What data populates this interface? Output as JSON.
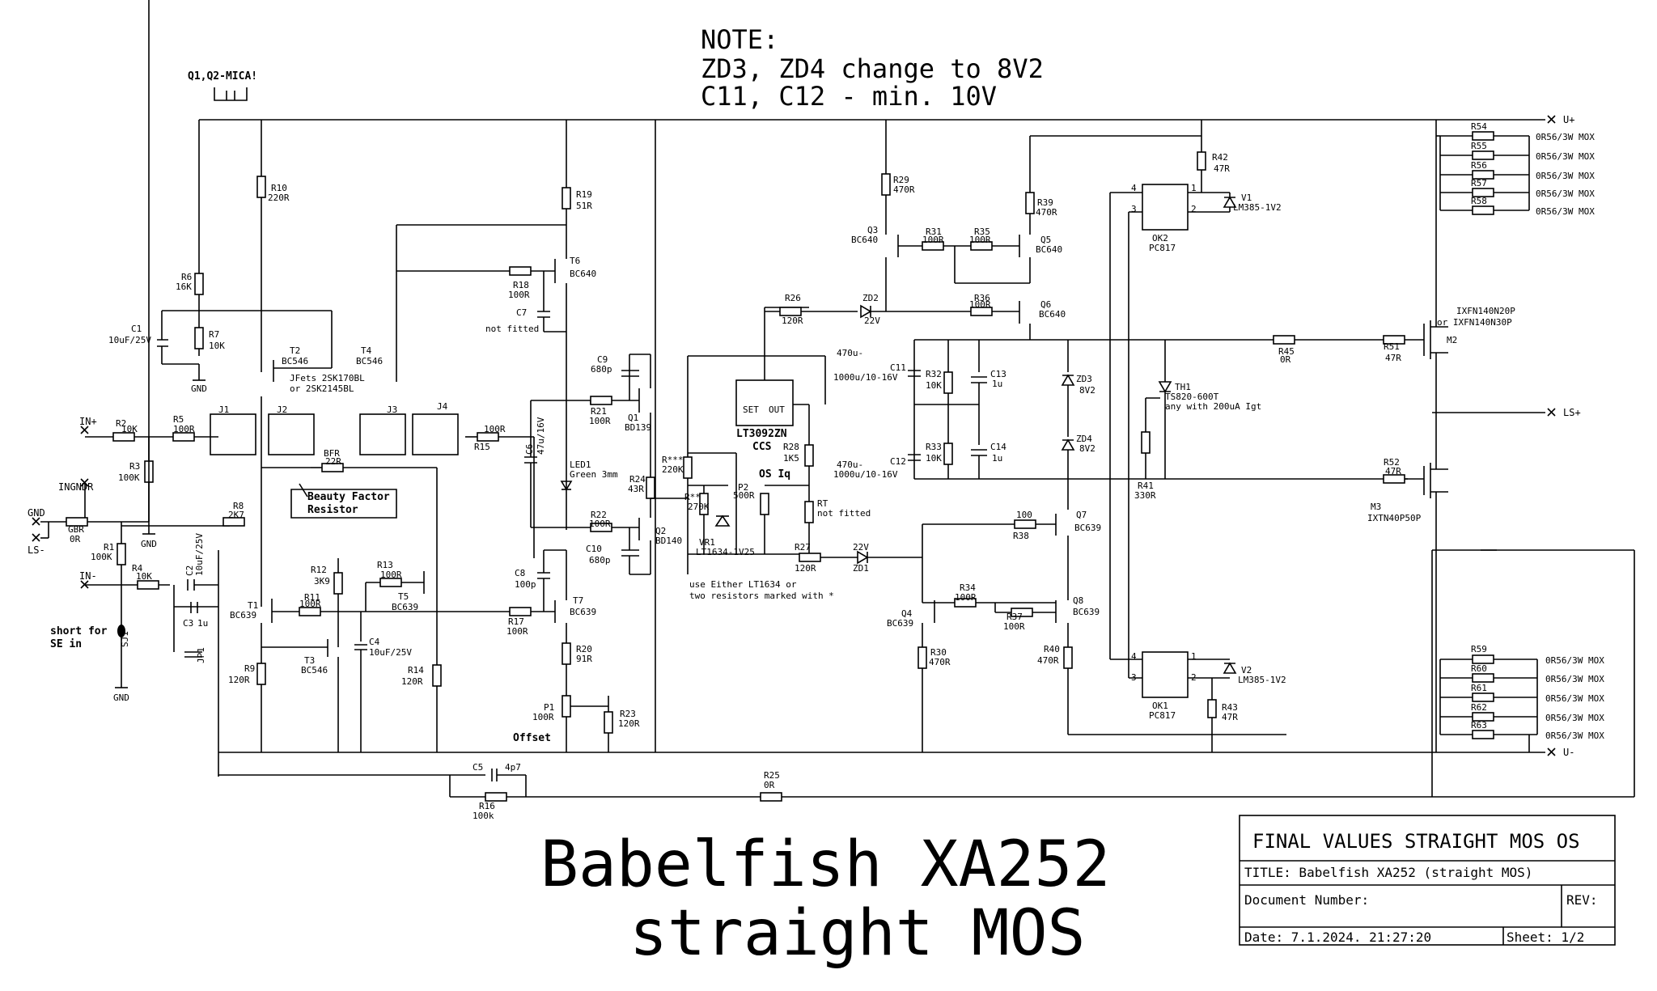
{
  "note": {
    "line1": "NOTE:",
    "line2": "ZD3, ZD4 change to 8V2",
    "line3": "C11, C12 - min. 10V"
  },
  "mica": "Q1,Q2-MICA!",
  "big_title": {
    "line1": "Babelfish XA252",
    "line2": "straight MOS"
  },
  "title_block": {
    "header": "FINAL VALUES STRAIGHT MOS OS",
    "title": "TITLE:  Babelfish XA252 (straight MOS)",
    "doc": "Document Number:",
    "rev": "REV:",
    "date": "Date: 7.1.2024. 21:27:20",
    "sheet": "Sheet: 1/2"
  },
  "nets": {
    "uplus": "U+",
    "uminus": "U-",
    "lsplus": "LS+",
    "lsminus": "LS-",
    "gnd": "GND",
    "inplus": "IN+",
    "inminus": "IN-",
    "ingndr": "INGNDR"
  },
  "annotations": {
    "jfets1": "JFets 2SK170BL",
    "jfets2": "or 2SK2145BL",
    "beauty1": "Beauty Factor",
    "beauty2": "Resistor",
    "ccs": "CCS",
    "osiq": "OS Iq",
    "offset": "Offset",
    "short1": "short for",
    "short2": "SE in",
    "either1": "use Either LT1634 or",
    "either2": "two resistors marked with *",
    "notfitted": "not fitted",
    "led": "LED1",
    "ledval": "Green 3mm",
    "th1": "TH1",
    "th1val": "TS820-600T",
    "th1val2": "any with 200uA Igt",
    "m2a": "IXFN140N20P",
    "m2b": "or IXFN140N30P",
    "m2": "M2",
    "m3": "M3",
    "m3val": "IXTN40P50P",
    "c11val1": "470u-",
    "c11val2": "1000u/10-16V",
    "c12val1": "470u-",
    "c12val2": "1000u/10-16V"
  },
  "parts": {
    "R1": "R1",
    "R1v": "100K",
    "R2": "R2",
    "R2v": "10K",
    "R3": "R3",
    "R3v": "100K",
    "R4": "R4",
    "R4v": "10K",
    "R5": "R5",
    "R5v": "100R",
    "R6": "R6",
    "R6v": "16K",
    "R7": "R7",
    "R7v": "10K",
    "R8": "R8",
    "R8v": "2K7",
    "R9": "R9",
    "R9v": "120R",
    "R10": "R10",
    "R10v": "220R",
    "R11": "R11",
    "R11v": "100R",
    "R12": "R12",
    "R12v": "3K9",
    "R13": "R13",
    "R13v": "100R",
    "R14": "R14",
    "R14v": "120R",
    "R15": "R15",
    "R15v": "100R",
    "R16": "R16",
    "R16v": "100k",
    "R17": "R17",
    "R17v": "100R",
    "R18": "R18",
    "R18v": "100R",
    "R19": "R19",
    "R19v": "51R",
    "R20": "R20",
    "R20v": "91R",
    "R21": "R21",
    "R21v": "100R",
    "R22": "R22",
    "R22v": "100R",
    "R23": "R23",
    "R23v": "120R",
    "R24": "R24",
    "R24v": "43R",
    "R25": "R25",
    "R25v": "0R",
    "R26": "R26",
    "R26v": "120R",
    "R27": "R27",
    "R27v": "120R",
    "R28": "R28",
    "R28v": "1K5",
    "R29": "R29",
    "R29v": "470R",
    "R30": "R30",
    "R30v": "470R",
    "R31": "R31",
    "R31v": "100R",
    "R32": "R32",
    "R32v": "10K",
    "R33": "R33",
    "R33v": "10K",
    "R34": "R34",
    "R34v": "100R",
    "R35": "R35",
    "R35v": "100R",
    "R36": "R36",
    "R36v": "100R",
    "R37": "R37",
    "R37v": "100R",
    "R38": "R38",
    "R38v": "100",
    "R39": "R39",
    "R39v": "470R",
    "R40": "R40",
    "R40v": "470R",
    "R41": "R41",
    "R41v": "330R",
    "R42": "R42",
    "R42v": "47R",
    "R43": "R43",
    "R43v": "47R",
    "R45": "R45",
    "R45v": "0R",
    "R51": "R51",
    "R51v": "47R",
    "R52": "R52",
    "R52v": "47R",
    "RT": "RT",
    "RTv": "not fitted",
    "Rstar3": "R***",
    "Rstar3v": "220K",
    "Rstar2": "R**",
    "Rstar2v": "270K",
    "GBR": "GBR",
    "GBRv": "0R",
    "BFR": "BFR",
    "BFRv": "22R",
    "P1": "P1",
    "P1v": "100R",
    "P2": "P2",
    "P2v": "500R",
    "C1": "C1",
    "C1v": "10uF/25V",
    "C2": "C2",
    "C2v": "10uF/25V",
    "C3": "C3",
    "C3v": "1u",
    "C4": "C4",
    "C4v": "10uF/25V",
    "C5": "C5",
    "C5v": "4p7",
    "C6": "C6",
    "C6v": "47u/16V",
    "C7": "C7",
    "C8": "C8",
    "C8v": "100p",
    "C9": "C9",
    "C9v": "680p",
    "C10": "C10",
    "C10v": "680p",
    "C11": "C11",
    "C12": "C12",
    "C13": "C13",
    "C13v": "1u",
    "C14": "C14",
    "C14v": "1u",
    "T1": "T1",
    "T1v": "BC639",
    "T2": "T2",
    "T2v": "BC546",
    "T3": "T3",
    "T3v": "BC546",
    "T4": "T4",
    "T4v": "BC546",
    "T5": "T5",
    "T5v": "BC639",
    "T6": "T6",
    "T6v": "BC640",
    "T7": "T7",
    "T7v": "BC639",
    "Q1": "Q1",
    "Q1v": "BD139",
    "Q2": "Q2",
    "Q2v": "BD140",
    "Q3": "Q3",
    "Q3v": "BC640",
    "Q4": "Q4",
    "Q4v": "BC639",
    "Q5": "Q5",
    "Q5v": "BC640",
    "Q6": "Q6",
    "Q6v": "BC640",
    "Q7": "Q7",
    "Q7v": "BC639",
    "Q8": "Q8",
    "Q8v": "BC639",
    "J1": "J1",
    "J2": "J2",
    "J3": "J3",
    "J4": "J4",
    "ZD1": "ZD1",
    "ZD1v": "22V",
    "ZD2": "ZD2",
    "ZD2v": "22V",
    "ZD3": "ZD3",
    "ZD3v": "8V2",
    "ZD4": "ZD4",
    "ZD4v": "8V2",
    "VR1": "VR1",
    "VR1v": "LT1634-1V25",
    "OK1": "OK1",
    "OK1v": "PC817",
    "OK2": "OK2",
    "OK2v": "PC817",
    "V1": "V1",
    "V1v": "LM385-1V2",
    "V2": "V2",
    "V2v": "LM385-1V2",
    "U": "LT3092ZN",
    "SJ1": "SJ1",
    "JP1": "JP1",
    "R54": "R54",
    "R55": "R55",
    "R56": "R56",
    "R57": "R57",
    "R58": "R58",
    "R59": "R59",
    "R60": "R60",
    "R61": "R61",
    "R62": "R62",
    "R63": "R63",
    "Rout": "0R56/3W MOX"
  }
}
